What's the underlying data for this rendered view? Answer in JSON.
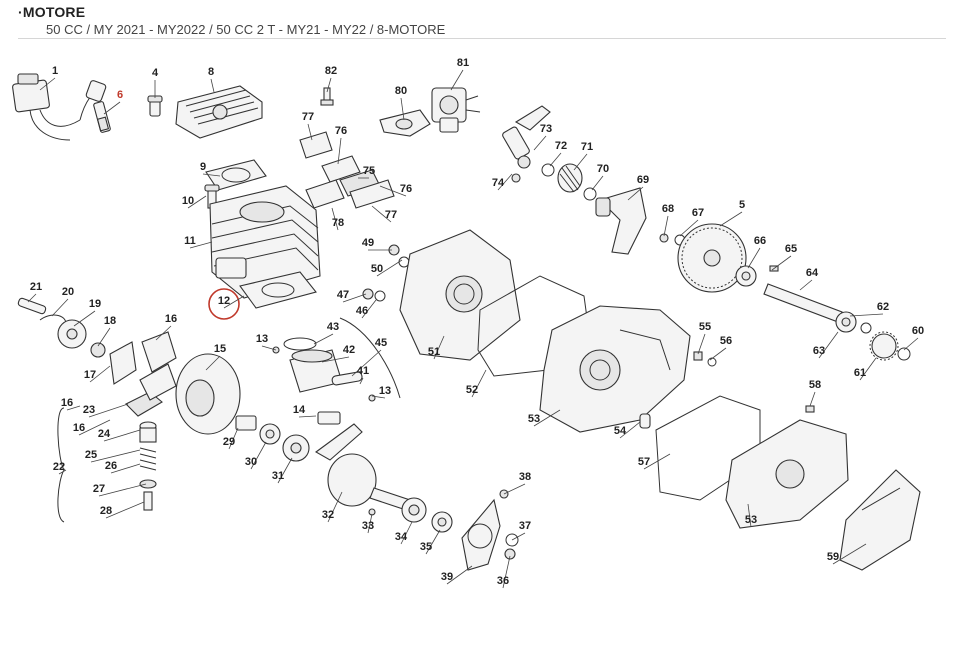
{
  "header": {
    "title": "MOTORE",
    "subtitle": "50 CC / MY 2021 - MY2022 / 50 CC 2 T - MY21 - MY22 / 8-MOTORE"
  },
  "colors": {
    "highlight_label": "#c0392b",
    "highlight_circle": "#c0392b",
    "line": "#333333"
  },
  "diagram": {
    "highlighted_part": "12",
    "callouts": [
      {
        "label": "1"
      },
      {
        "label": "4"
      },
      {
        "label": "6"
      },
      {
        "label": "8"
      },
      {
        "label": "82"
      },
      {
        "label": "80"
      },
      {
        "label": "81"
      },
      {
        "label": "77"
      },
      {
        "label": "76"
      },
      {
        "label": "75"
      },
      {
        "label": "76"
      },
      {
        "label": "77"
      },
      {
        "label": "78"
      },
      {
        "label": "9"
      },
      {
        "label": "10"
      },
      {
        "label": "11"
      },
      {
        "label": "12"
      },
      {
        "label": "73"
      },
      {
        "label": "72"
      },
      {
        "label": "71"
      },
      {
        "label": "70"
      },
      {
        "label": "74"
      },
      {
        "label": "69"
      },
      {
        "label": "68"
      },
      {
        "label": "67"
      },
      {
        "label": "5"
      },
      {
        "label": "66"
      },
      {
        "label": "65"
      },
      {
        "label": "64"
      },
      {
        "label": "62"
      },
      {
        "label": "60"
      },
      {
        "label": "63"
      },
      {
        "label": "61"
      },
      {
        "label": "49"
      },
      {
        "label": "50"
      },
      {
        "label": "47"
      },
      {
        "label": "46"
      },
      {
        "label": "51"
      },
      {
        "label": "52"
      },
      {
        "label": "21"
      },
      {
        "label": "20"
      },
      {
        "label": "19"
      },
      {
        "label": "18"
      },
      {
        "label": "17"
      },
      {
        "label": "16"
      },
      {
        "label": "16"
      },
      {
        "label": "23"
      },
      {
        "label": "16"
      },
      {
        "label": "15"
      },
      {
        "label": "13"
      },
      {
        "label": "43"
      },
      {
        "label": "42"
      },
      {
        "label": "45"
      },
      {
        "label": "41"
      },
      {
        "label": "13"
      },
      {
        "label": "55"
      },
      {
        "label": "56"
      },
      {
        "label": "53"
      },
      {
        "label": "54"
      },
      {
        "label": "57"
      },
      {
        "label": "58"
      },
      {
        "label": "22"
      },
      {
        "label": "24"
      },
      {
        "label": "25"
      },
      {
        "label": "26"
      },
      {
        "label": "27"
      },
      {
        "label": "28"
      },
      {
        "label": "29"
      },
      {
        "label": "30"
      },
      {
        "label": "31"
      },
      {
        "label": "14"
      },
      {
        "label": "32"
      },
      {
        "label": "33"
      },
      {
        "label": "34"
      },
      {
        "label": "35"
      },
      {
        "label": "38"
      },
      {
        "label": "37"
      },
      {
        "label": "39"
      },
      {
        "label": "36"
      },
      {
        "label": "53"
      },
      {
        "label": "59"
      }
    ]
  }
}
